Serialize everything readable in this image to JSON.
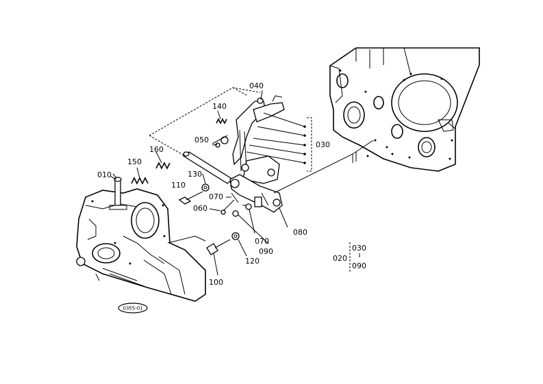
{
  "diagram": {
    "labels": {
      "p010": "010",
      "p020": "020",
      "p030_main": "030",
      "p030_legend": "030",
      "p040": "040",
      "p050": "050",
      "p060": "060",
      "p070_a": "070",
      "p070_b": "070",
      "p080": "080",
      "p090_a": "090",
      "p090_legend": "090",
      "p100": "100",
      "p110": "110",
      "p120": "120",
      "p130": "130",
      "p140": "140",
      "p150": "150",
      "p160": "160"
    },
    "reference_code": "0355-01"
  }
}
